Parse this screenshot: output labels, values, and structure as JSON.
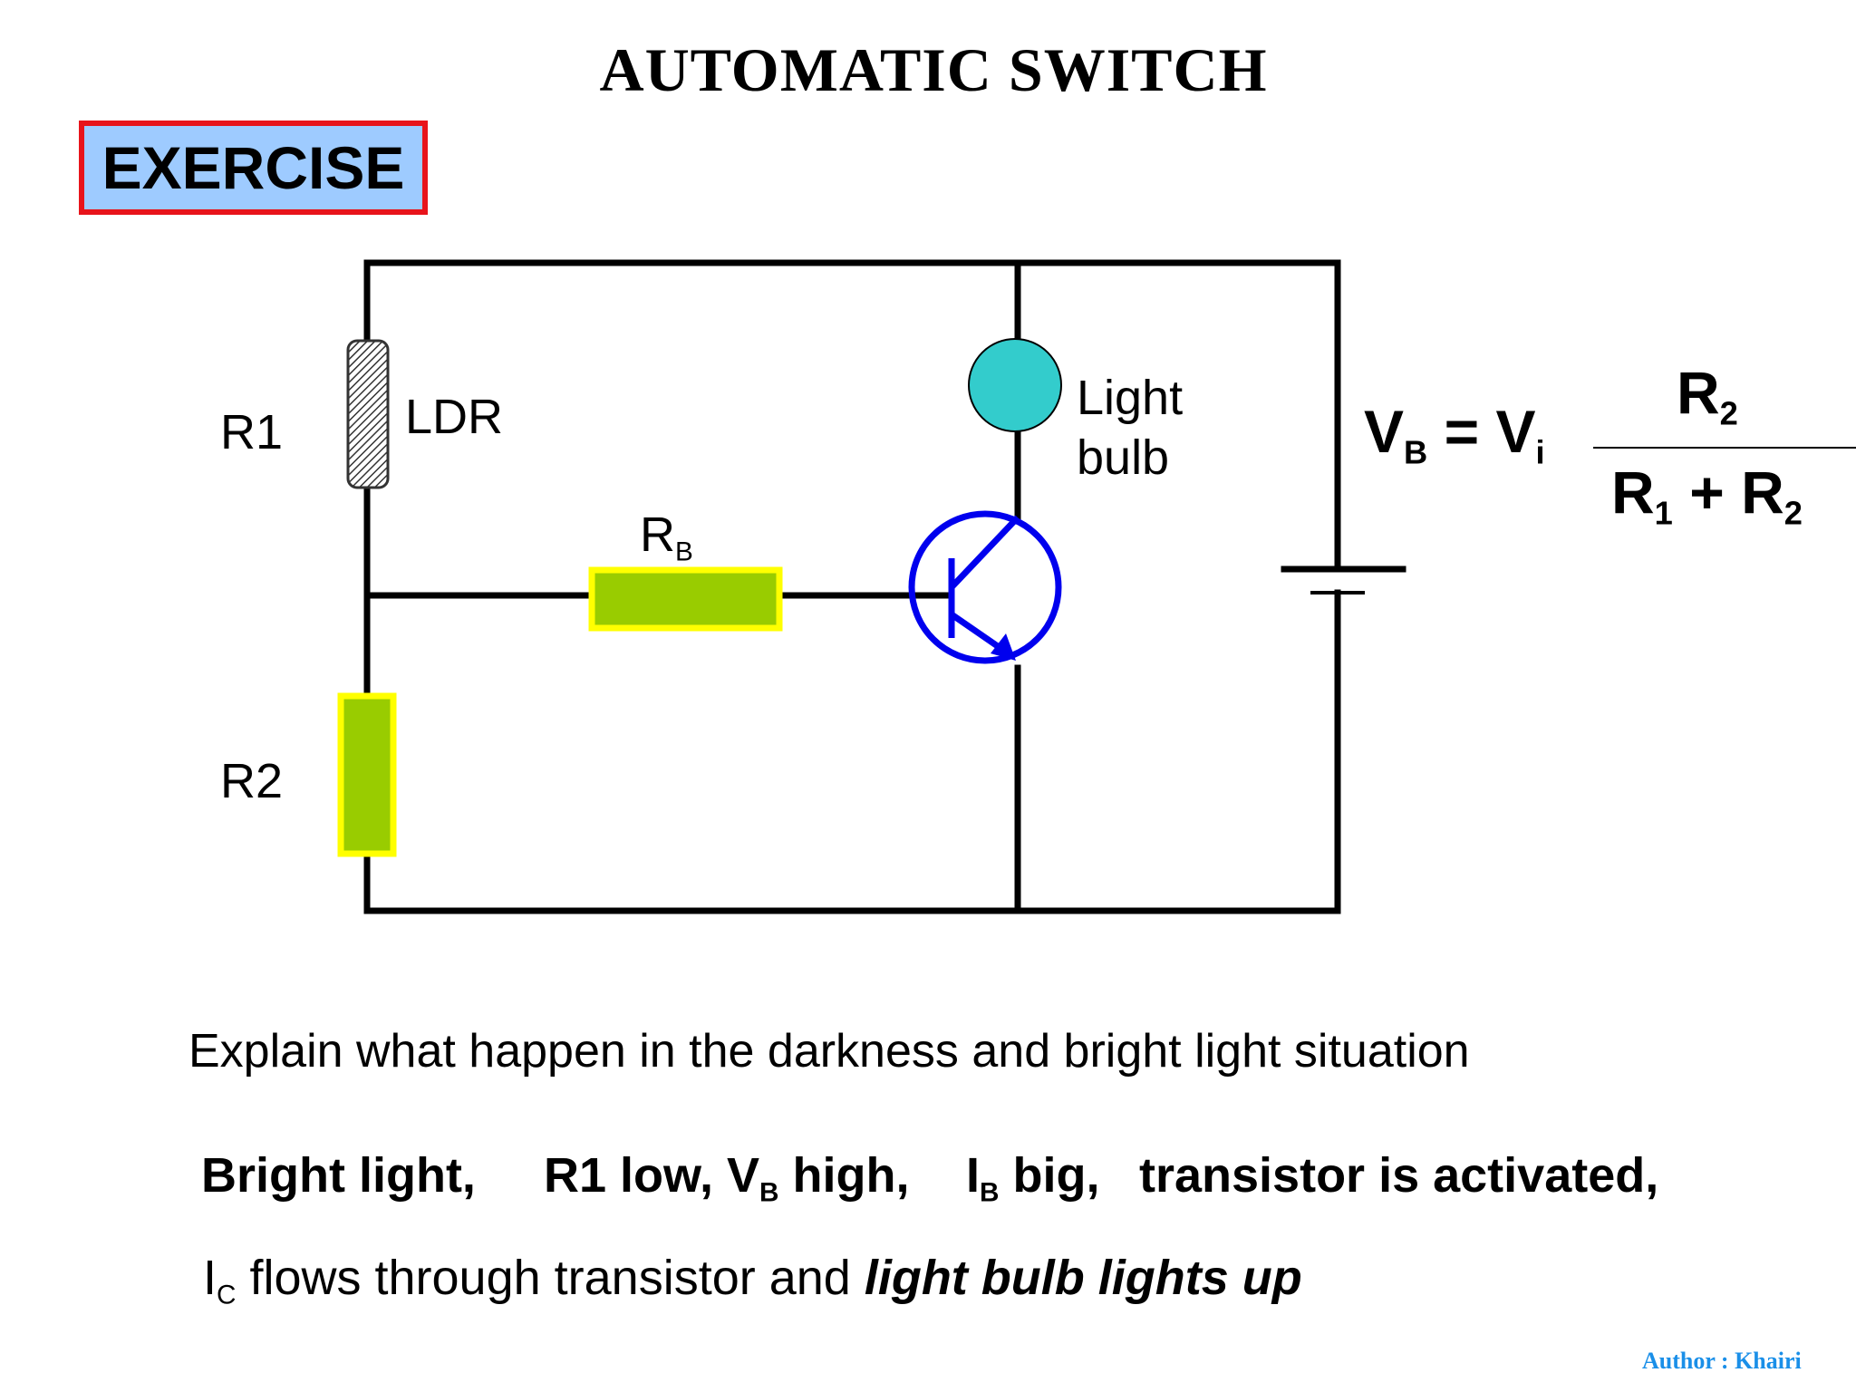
{
  "title": "AUTOMATIC SWITCH",
  "exercise_label": "EXERCISE",
  "labels": {
    "r1": "R1",
    "ldr": "LDR",
    "r2": "R2",
    "rb_main": "R",
    "rb_sub": "B",
    "bulb_line1": "Light",
    "bulb_line2": "bulb"
  },
  "formula": {
    "vb": "V",
    "vb_sub": "B",
    "equals": "= V",
    "vi_sub": "i",
    "num": "R",
    "num_sub": "2",
    "den_r1": "R",
    "den_r1_sub": "1",
    "den_plus": " + R",
    "den_r2_sub": "2"
  },
  "question": "Explain what happen in the darkness and bright light situation",
  "answer": {
    "bright": "Bright light,",
    "r1_low": "R1 low, V",
    "vb_sub": "B",
    "high": " high,",
    "ib": "I",
    "ib_sub": "B",
    "big": " big,",
    "activated": "transistor is activated,",
    "ic": "I",
    "ic_sub": "C",
    "flows": " flows through transistor and ",
    "lights": "light bulb lights up"
  },
  "author": "Author : Khairi",
  "colors": {
    "exercise_border": "#e8141b",
    "exercise_fill": "#9ecbff",
    "resistor_fill": "#99cc00",
    "resistor_border": "#ffff00",
    "bulb_fill": "#33cccc",
    "transistor": "#0000ee",
    "author": "#1a8fe8"
  }
}
